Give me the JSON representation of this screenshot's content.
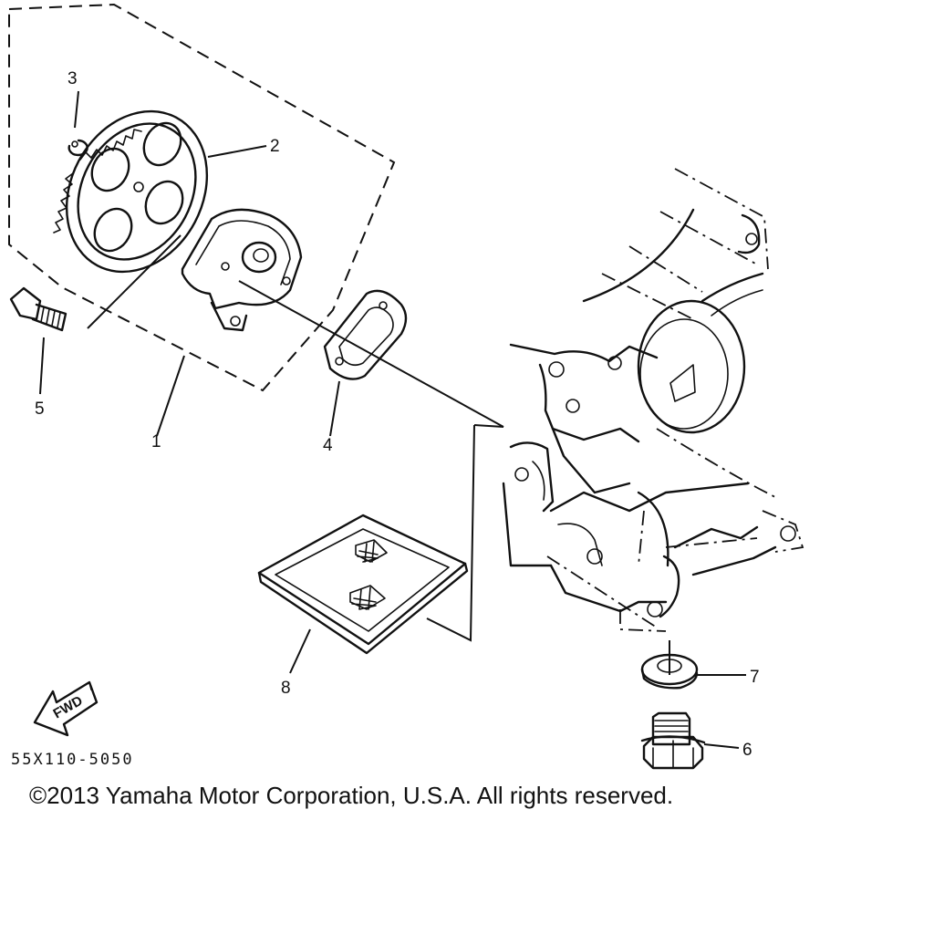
{
  "callouts": {
    "c1": "1",
    "c2": "2",
    "c3": "3",
    "c4": "4",
    "c5": "5",
    "c6": "6",
    "c7": "7",
    "c8": "8"
  },
  "fwd_label": "FWD",
  "diagram_code": "55X110-5050",
  "copyright": "©2013 Yamaha Motor Corporation, U.S.A. All rights reserved."
}
